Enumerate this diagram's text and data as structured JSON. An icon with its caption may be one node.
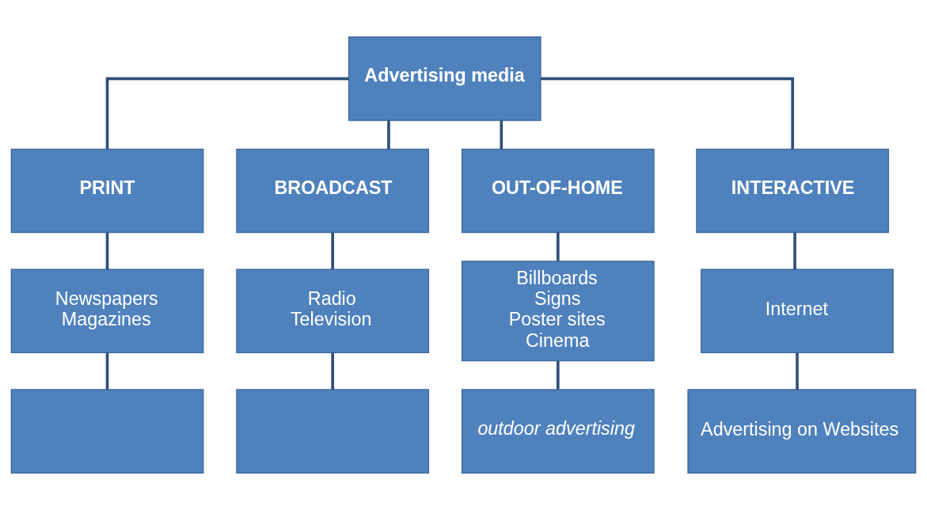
{
  "diagram": {
    "nodes": [
      {
        "text": [
          "Advertising media"
        ]
      },
      {
        "text": [
          "PRINT"
        ]
      },
      {
        "text": [
          "BROADCAST"
        ]
      },
      {
        "text": [
          "OUT-OF-HOME"
        ]
      },
      {
        "text": [
          "INTERACTIVE"
        ]
      },
      {
        "text": [
          "Newspapers",
          "Magazines"
        ]
      },
      {
        "text": [
          "Radio",
          "Television"
        ]
      },
      {
        "text": [
          "Billboards",
          "Signs",
          "Poster sites",
          "Cinema"
        ]
      },
      {
        "text": [
          "Internet"
        ]
      },
      {
        "text": [],
        "shape": "box"
      },
      {
        "text": [],
        "shape": "box"
      },
      {
        "text": [
          "outdoor advertising"
        ]
      },
      {
        "text": [
          "Advertising on Websites"
        ]
      }
    ],
    "edges": [
      {
        "from": 0,
        "to": 1,
        "arrow": "none"
      },
      {
        "from": 0,
        "to": 2,
        "arrow": "none"
      },
      {
        "from": 0,
        "to": 3,
        "arrow": "none"
      },
      {
        "from": 0,
        "to": 4,
        "arrow": "none"
      },
      {
        "from": 1,
        "to": 5,
        "arrow": "none"
      },
      {
        "from": 2,
        "to": 6,
        "arrow": "none"
      },
      {
        "from": 3,
        "to": 7,
        "arrow": "none"
      },
      {
        "from": 4,
        "to": 8,
        "arrow": "none"
      },
      {
        "from": 5,
        "to": 9,
        "arrow": "none"
      },
      {
        "from": 6,
        "to": 10,
        "arrow": "none"
      },
      {
        "from": 7,
        "to": 11,
        "arrow": "none"
      },
      {
        "from": 8,
        "to": 12,
        "arrow": "none"
      }
    ]
  }
}
